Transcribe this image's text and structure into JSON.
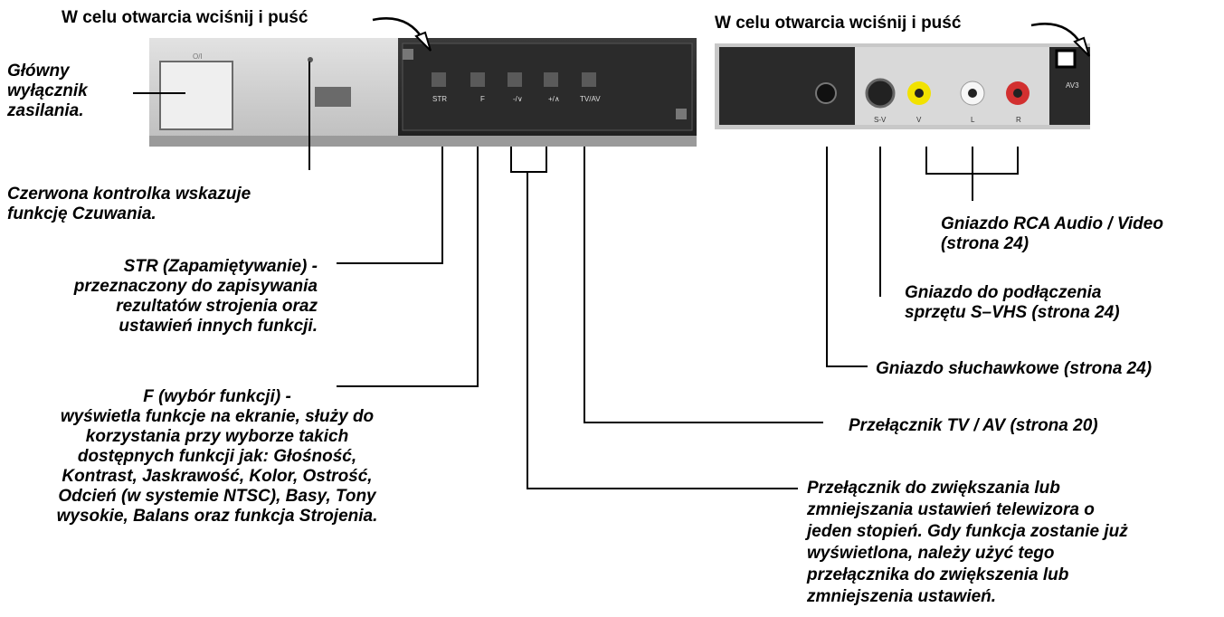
{
  "title_left": "W celu otwarcia wciśnij i puść",
  "title_right": "W celu otwarcia wciśnij i puść",
  "panel_labels": {
    "power": "O/I",
    "buttons": [
      "STR",
      "F",
      "-/∨",
      "+/∧",
      "TV/AV"
    ],
    "jacks": [
      "S-V",
      "V",
      "L",
      "R"
    ],
    "av": "AV3"
  },
  "labels": {
    "power_switch": [
      "Główny",
      "wyłącznik",
      "zasilania."
    ],
    "standby_led": [
      "Czerwona kontrolka wskazuje",
      "funkcję Czuwania."
    ],
    "str": [
      "STR (Zapamiętywanie) -",
      "przeznaczony do zapisywania",
      "rezultatów strojenia oraz",
      "ustawień innych funkcji."
    ],
    "f_func": [
      "F (wybór funkcji) -",
      "wyświetla funkcje na ekranie, służy do",
      "korzystania przy wyborze takich",
      "dostępnych funkcji jak: Głośność,",
      "Kontrast, Jaskrawość, Kolor, Ostrość,",
      "Odcień (w systemie NTSC), Basy, Tony",
      "wysokie, Balans oraz funkcja Strojenia."
    ],
    "rca": [
      "Gniazdo RCA Audio / Video",
      "(strona 24)"
    ],
    "svhs": [
      "Gniazdo do podłączenia",
      "sprzętu S–VHS (strona 24)"
    ],
    "headphone": "Gniazdo słuchawkowe (strona 24)",
    "tvav": "Przełącznik TV / AV (strona 20)",
    "updown": [
      "Przełącznik do zwiększania lub",
      "zmniejszania ustawień telewizora o",
      "jeden stopień. Gdy funkcja zostanie już",
      "wyświetlona, należy użyć tego",
      "przełącznika do zwiększenia lub",
      "zmniejszenia ustawień."
    ]
  }
}
